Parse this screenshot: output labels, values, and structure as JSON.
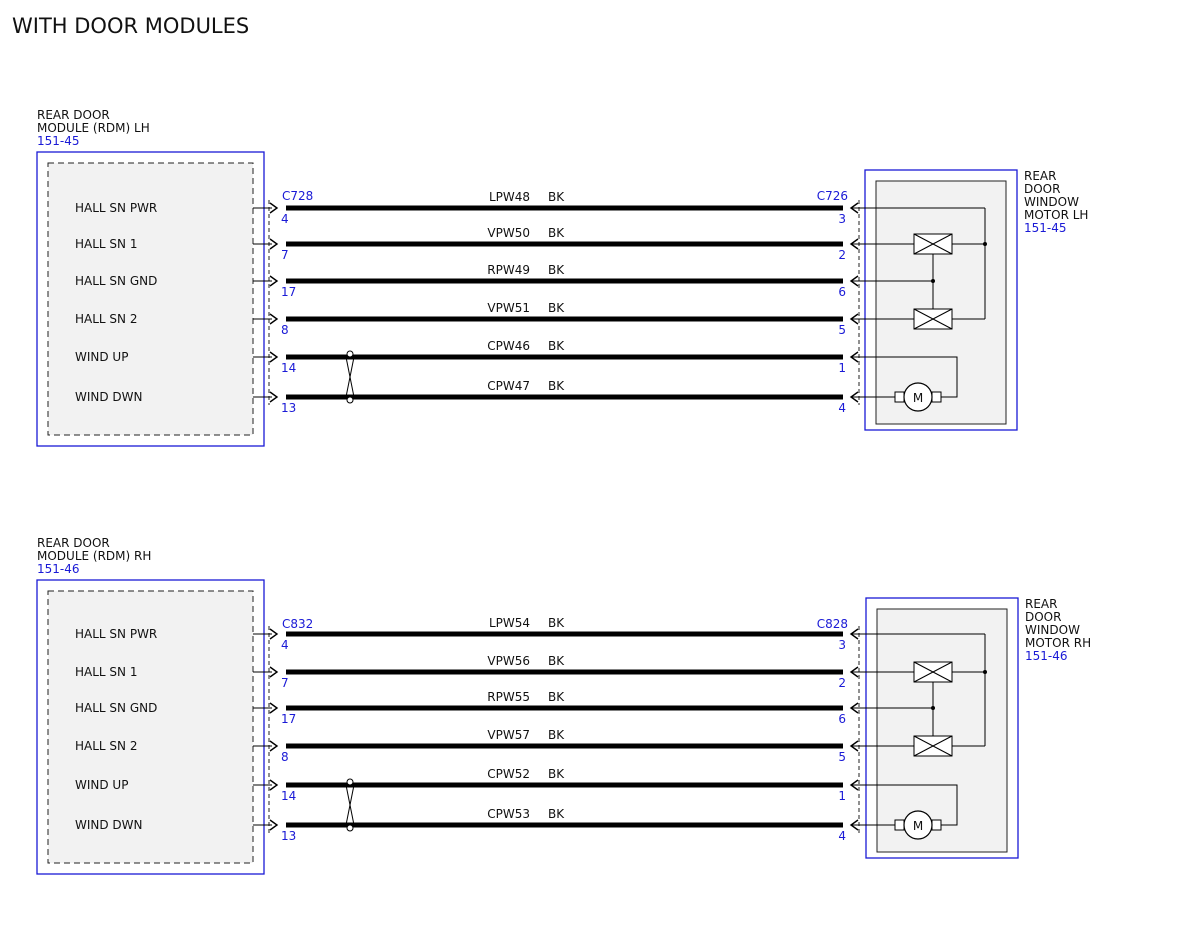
{
  "page_title": "WITH DOOR MODULES",
  "colors": {
    "module_border": "#1a1ad6",
    "ref_text": "#1a1ad6",
    "wire": "#000000",
    "panel_fill": "#f2f2f2"
  },
  "icons": [
    "switch-icon",
    "motor-icon",
    "connector-arrow-icon",
    "twisted-pair-icon"
  ],
  "sections": [
    {
      "module": {
        "name_line1": "REAR DOOR",
        "name_line2": "MODULE (RDM) LH",
        "ref": "151-45"
      },
      "left_connector": "C728",
      "right_connector": "C726",
      "motor": {
        "line1": "REAR",
        "line2": "DOOR",
        "line3": "WINDOW",
        "line4": "MOTOR LH",
        "ref": "151-45",
        "motor_symbol": "M"
      },
      "pins": [
        {
          "signal": "HALL SN PWR",
          "wire": "LPW48",
          "color": "BK",
          "left_pin": "4",
          "right_pin": "3"
        },
        {
          "signal": "HALL SN 1",
          "wire": "VPW50",
          "color": "BK",
          "left_pin": "7",
          "right_pin": "2"
        },
        {
          "signal": "HALL SN GND",
          "wire": "RPW49",
          "color": "BK",
          "left_pin": "17",
          "right_pin": "6"
        },
        {
          "signal": "HALL SN 2",
          "wire": "VPW51",
          "color": "BK",
          "left_pin": "8",
          "right_pin": "5"
        },
        {
          "signal": "WIND UP",
          "wire": "CPW46",
          "color": "BK",
          "left_pin": "14",
          "right_pin": "1"
        },
        {
          "signal": "WIND DWN",
          "wire": "CPW47",
          "color": "BK",
          "left_pin": "13",
          "right_pin": "4"
        }
      ]
    },
    {
      "module": {
        "name_line1": "REAR DOOR",
        "name_line2": "MODULE (RDM) RH",
        "ref": "151-46"
      },
      "left_connector": "C832",
      "right_connector": "C828",
      "motor": {
        "line1": "REAR",
        "line2": "DOOR",
        "line3": "WINDOW",
        "line4": "MOTOR RH",
        "ref": "151-46",
        "motor_symbol": "M"
      },
      "pins": [
        {
          "signal": "HALL SN PWR",
          "wire": "LPW54",
          "color": "BK",
          "left_pin": "4",
          "right_pin": "3"
        },
        {
          "signal": "HALL SN 1",
          "wire": "VPW56",
          "color": "BK",
          "left_pin": "7",
          "right_pin": "2"
        },
        {
          "signal": "HALL SN GND",
          "wire": "RPW55",
          "color": "BK",
          "left_pin": "17",
          "right_pin": "6"
        },
        {
          "signal": "HALL SN 2",
          "wire": "VPW57",
          "color": "BK",
          "left_pin": "8",
          "right_pin": "5"
        },
        {
          "signal": "WIND UP",
          "wire": "CPW52",
          "color": "BK",
          "left_pin": "14",
          "right_pin": "1"
        },
        {
          "signal": "WIND DWN",
          "wire": "CPW53",
          "color": "BK",
          "left_pin": "13",
          "right_pin": "4"
        }
      ]
    }
  ]
}
